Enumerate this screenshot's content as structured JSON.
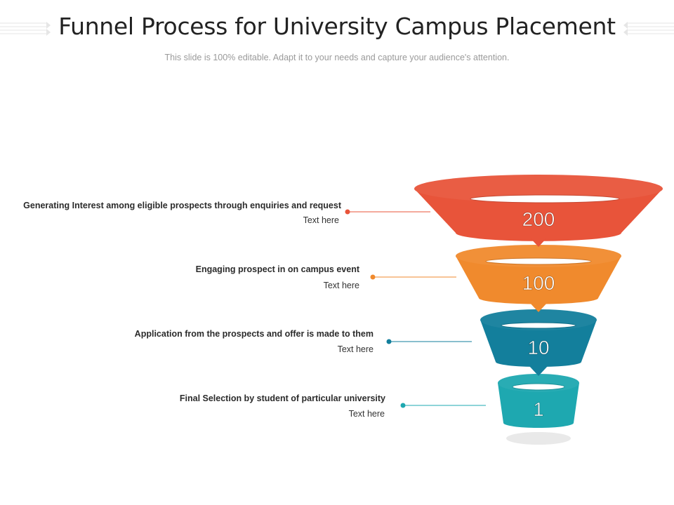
{
  "title": "Funnel Process for University Campus Placement",
  "subtitle": "This slide is 100% editable. Adapt it to your needs and capture your audience's attention.",
  "stages": [
    {
      "value": "200",
      "label": "Generating Interest among eligible prospects through enquiries and request",
      "text": "Text here",
      "color": "#e8543a"
    },
    {
      "value": "100",
      "label": "Engaging prospect in on campus event",
      "text": "Text here",
      "color": "#f08a2d"
    },
    {
      "value": "10",
      "label": "Application from the prospects and offer is made to them",
      "text": "Text here",
      "color": "#137f9c"
    },
    {
      "value": "1",
      "label": "Final Selection by student of particular university",
      "text": "Text here",
      "color": "#1ea8b0"
    }
  ]
}
